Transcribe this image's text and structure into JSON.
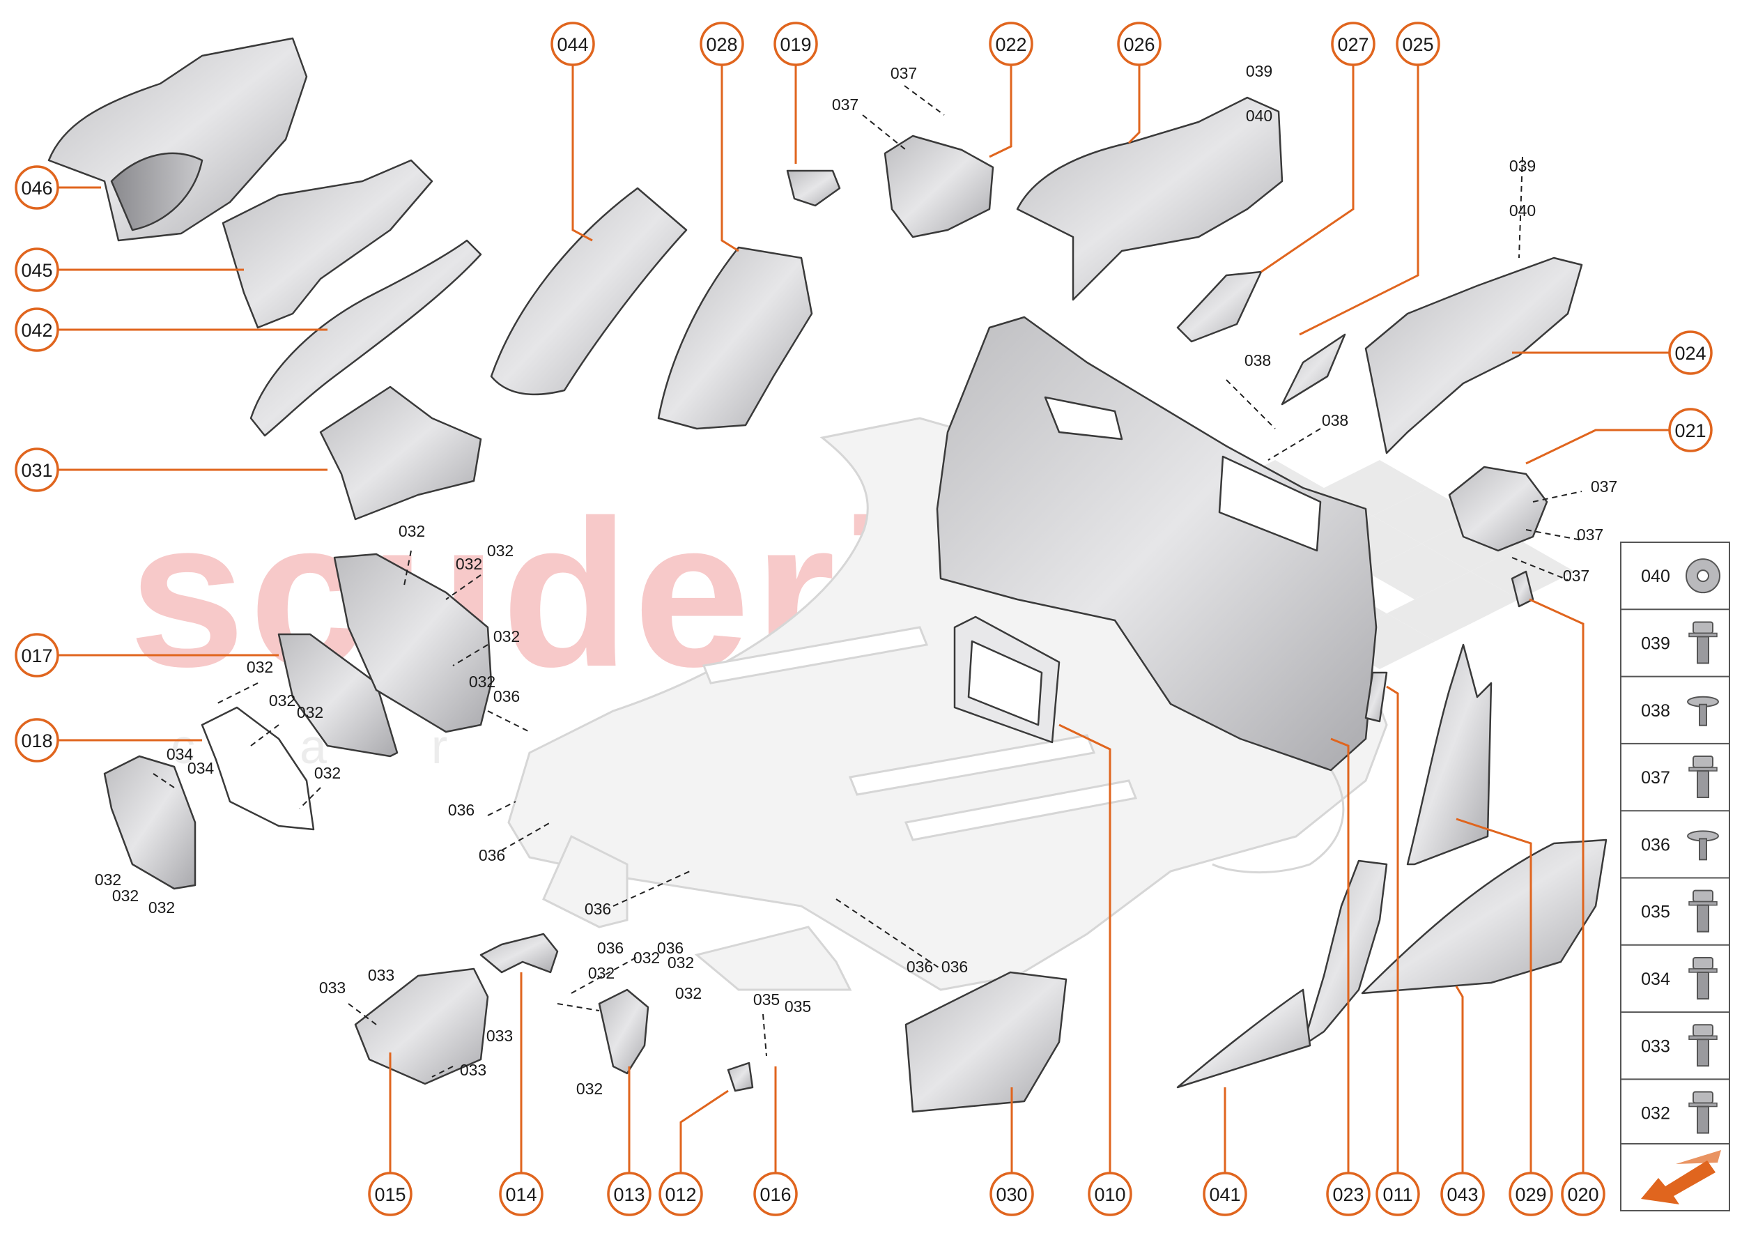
{
  "watermark": {
    "brand": "scuderia",
    "tagline": "car parts"
  },
  "colors": {
    "accent": "#e0651e",
    "part_fill": "#d9d9db",
    "part_stroke": "#3a3a3a",
    "ghost_fill": "#f2f2f2",
    "watermark": "#f7c9c9"
  },
  "callouts": [
    {
      "id": "c-044",
      "label": "044"
    },
    {
      "id": "c-028",
      "label": "028"
    },
    {
      "id": "c-019",
      "label": "019"
    },
    {
      "id": "c-022",
      "label": "022"
    },
    {
      "id": "c-026",
      "label": "026"
    },
    {
      "id": "c-027",
      "label": "027"
    },
    {
      "id": "c-025",
      "label": "025"
    },
    {
      "id": "c-046",
      "label": "046"
    },
    {
      "id": "c-045",
      "label": "045"
    },
    {
      "id": "c-042",
      "label": "042"
    },
    {
      "id": "c-031",
      "label": "031"
    },
    {
      "id": "c-017",
      "label": "017"
    },
    {
      "id": "c-018",
      "label": "018"
    },
    {
      "id": "c-024",
      "label": "024"
    },
    {
      "id": "c-021",
      "label": "021"
    },
    {
      "id": "c-015",
      "label": "015"
    },
    {
      "id": "c-014",
      "label": "014"
    },
    {
      "id": "c-013",
      "label": "013"
    },
    {
      "id": "c-012",
      "label": "012"
    },
    {
      "id": "c-016",
      "label": "016"
    },
    {
      "id": "c-030",
      "label": "030"
    },
    {
      "id": "c-010",
      "label": "010"
    },
    {
      "id": "c-041",
      "label": "041"
    },
    {
      "id": "c-023",
      "label": "023"
    },
    {
      "id": "c-011",
      "label": "011"
    },
    {
      "id": "c-043",
      "label": "043"
    },
    {
      "id": "c-029",
      "label": "029"
    },
    {
      "id": "c-020",
      "label": "020"
    }
  ],
  "fastener_labels": [
    "037",
    "037",
    "039",
    "040",
    "039",
    "040",
    "038",
    "038",
    "037",
    "037",
    "037",
    "032",
    "032",
    "032",
    "032",
    "032",
    "032",
    "032",
    "032",
    "032",
    "032",
    "032",
    "032",
    "034",
    "034",
    "036",
    "036",
    "036",
    "036",
    "036",
    "036",
    "033",
    "033",
    "033",
    "033",
    "036",
    "032",
    "032",
    "032",
    "032",
    "032",
    "035",
    "035",
    "036"
  ],
  "legend": [
    {
      "code": "040",
      "icon": "washer-icon"
    },
    {
      "code": "039",
      "icon": "screw-round-head-icon"
    },
    {
      "code": "038",
      "icon": "push-rivet-icon"
    },
    {
      "code": "037",
      "icon": "flange-bolt-icon"
    },
    {
      "code": "036",
      "icon": "clip-icon"
    },
    {
      "code": "035",
      "icon": "hex-bolt-icon"
    },
    {
      "code": "034",
      "icon": "hex-bolt-icon"
    },
    {
      "code": "033",
      "icon": "hex-bolt-icon"
    },
    {
      "code": "032",
      "icon": "flange-bolt-icon"
    }
  ],
  "direction_icon": "front-direction-arrow-icon"
}
